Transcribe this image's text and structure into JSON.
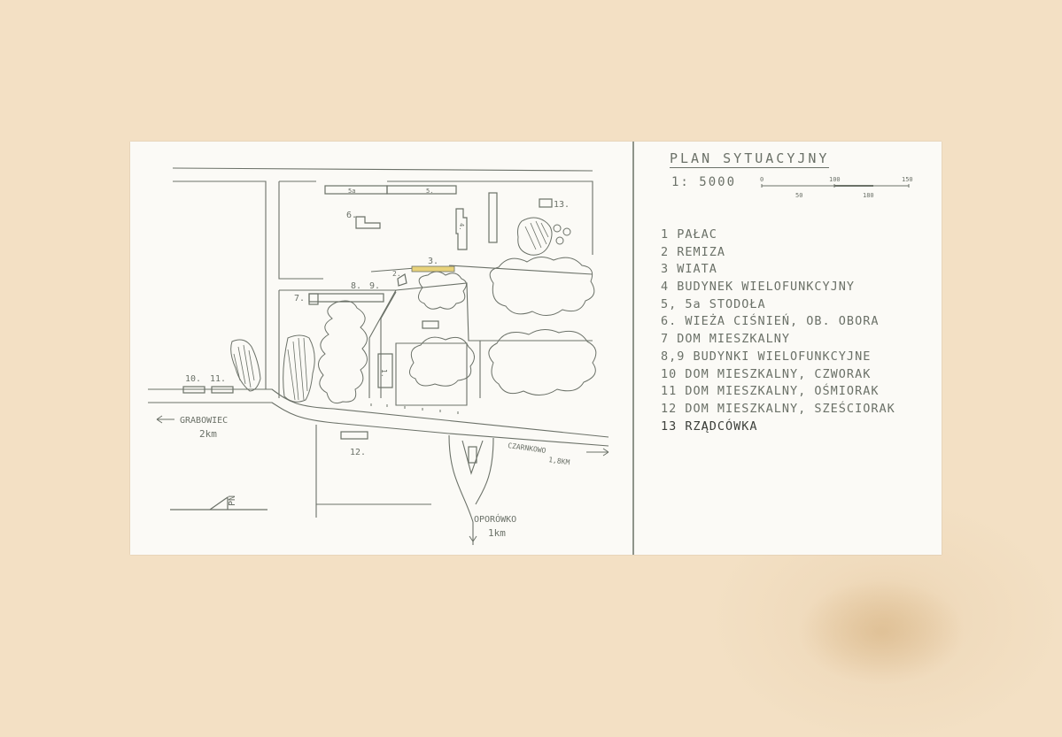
{
  "plan": {
    "title": "PLAN SYTUACYJNY",
    "scale": "1: 5000",
    "scale_ticks_top": [
      "0",
      "100",
      "150"
    ],
    "scale_ticks_bottom": [
      "50",
      "180"
    ]
  },
  "legend_items": [
    "1 PAŁAC",
    "2 REMIZA",
    "3 WIATA",
    "4 BUDYNEK WIELOFUNKCYJNY",
    "5, 5a STODOŁA",
    "6. WIEŻA CIŚNIEŃ, OB. OBORA",
    "7 DOM MIESZKALNY",
    "8,9 BUDYNKI WIELOFUNKCYJNE",
    "10 DOM MIESZKALNY, CZWORAK",
    "11 DOM MIESZKALNY, OŚMIORAK",
    "12 DOM MIESZKALNY, SZEŚCIORAK",
    "13 RZĄDCÓWKA"
  ],
  "map": {
    "roads": {
      "grabowiec": "GRABOWIEC",
      "grabowiec_dist": "2km",
      "czarnkowo": "CZARNKOWO",
      "czarnkowo_dist": "1,8KM",
      "oporowko": "OPORÓWKO",
      "oporowko_dist": "1km"
    },
    "north": "PN",
    "building_labels": {
      "b1": "1.",
      "b2": "2.",
      "b3": "3.",
      "b4": "4.",
      "b5a": "5a",
      "b5": "5.",
      "b6": "6.",
      "b7": "7.",
      "b8": "8.",
      "b9": "9.",
      "b10": "10.",
      "b11": "11.",
      "b12": "12.",
      "b13": "13."
    }
  },
  "colors": {
    "mount": "#f2dfc3",
    "sheet": "#fbfaf6",
    "pencil": "#6b7168",
    "highlight": "#e8d27a"
  }
}
